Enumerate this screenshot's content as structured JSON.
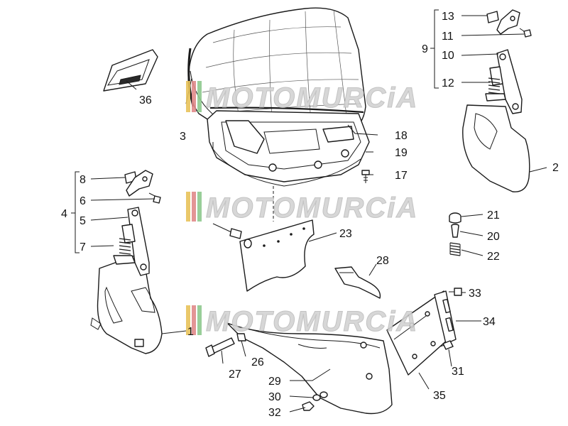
{
  "watermark": {
    "text": "MOTOMURCiA",
    "stripe_colors": [
      "#e8c35a",
      "#e08a8a",
      "#8fc98f"
    ]
  },
  "labels": {
    "l1": "1",
    "l2": "2",
    "l3": "3",
    "l4": "4",
    "l5": "5",
    "l6": "6",
    "l7": "7",
    "l8": "8",
    "l9": "9",
    "l10": "10",
    "l11": "11",
    "l12": "12",
    "l13": "13",
    "l17": "17",
    "l18": "18",
    "l19": "19",
    "l20": "20",
    "l21": "21",
    "l22": "22",
    "l23": "23",
    "l26": "26",
    "l27": "27",
    "l28": "28",
    "l29": "29",
    "l30": "30",
    "l31": "31",
    "l32": "32",
    "l33": "33",
    "l34": "34",
    "l35": "35",
    "l36": "36"
  }
}
